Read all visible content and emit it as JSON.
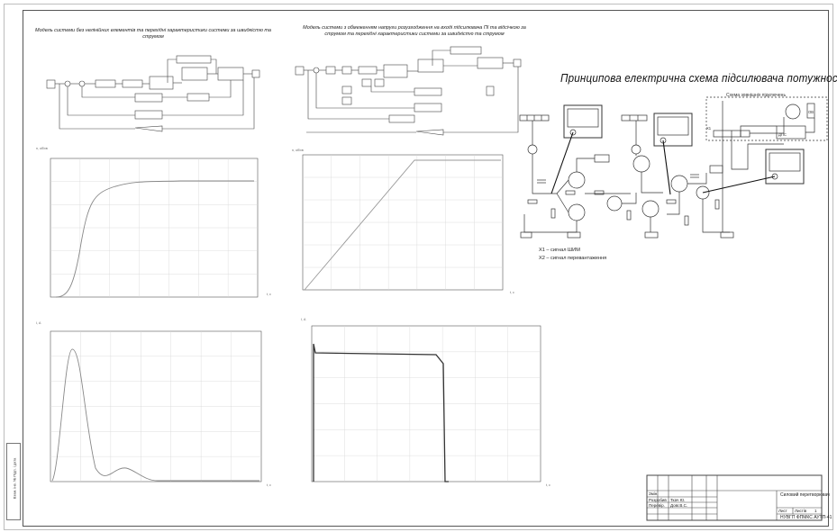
{
  "captions": {
    "model_1": "Модель системи без нелінійних елементів та перехідні характеристики системи за швидкістю та струмом",
    "model_2": "Модель системи з обмеженням напруги розузгодження на вході підсилювача ПІ та відсічкою за струмом та перехідні характеристики системи за швидкістю та струмом"
  },
  "schematic": {
    "title": "Принципова електрична схема підсилювача потужності",
    "load_label": "Схема зовнішніх підключень",
    "motor_label": "ДПС",
    "field_label": "ОВ",
    "connector": "Х1",
    "legend": [
      "Х1 – сигнал ШИМ",
      "Х2 – сигнал перевантаження"
    ]
  },
  "plots": [
    {
      "name": "speed-plot-1",
      "ylabel": "n, об/хв",
      "xlabel": "t, с"
    },
    {
      "name": "speed-plot-2",
      "ylabel": "n, об/хв",
      "xlabel": "t, с"
    },
    {
      "name": "current-plot-1",
      "ylabel": "I, А",
      "xlabel": "t, с"
    },
    {
      "name": "current-plot-2",
      "ylabel": "I, А",
      "xlabel": "t, с"
    }
  ],
  "title_block": {
    "doc_title": "Силовий перетворювач",
    "sheet_label": "Лист",
    "sheets_label": "Листів",
    "sheets_count": "1",
    "org": "НУВГП ФПМКС АУТП-41",
    "rows": [
      "Змін.",
      "Розробив",
      "Перевір."
    ],
    "names": [
      "Ткач Ю.",
      "Довг.В.С."
    ],
    "side_text": "Взам. інв. № Підп. і дата"
  }
}
